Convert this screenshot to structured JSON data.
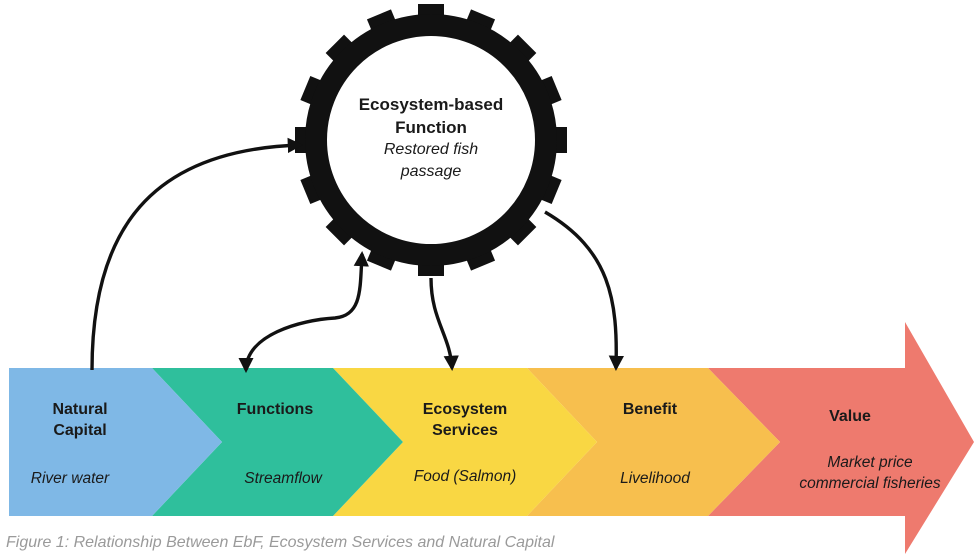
{
  "colors": {
    "natural_capital": "#7fb8e6",
    "functions": "#2fbf9c",
    "ecosystem_services": "#f9d743",
    "benefit": "#f7bf4e",
    "value": "#ee7a6e",
    "gear": "#111111",
    "arrow": "#111111"
  },
  "gear": {
    "title_line1": "Ecosystem-based",
    "title_line2": "Function",
    "example_line1": "Restored fish",
    "example_line2": "passage"
  },
  "stages": [
    {
      "title_line1": "Natural",
      "title_line2": "Capital",
      "example_line1": "River water",
      "example_line2": ""
    },
    {
      "title_line1": "Functions",
      "title_line2": "",
      "example_line1": "Streamflow",
      "example_line2": ""
    },
    {
      "title_line1": "Ecosystem",
      "title_line2": "Services",
      "example_line1": "Food (Salmon)",
      "example_line2": ""
    },
    {
      "title_line1": "Benefit",
      "title_line2": "",
      "example_line1": "Livelihood",
      "example_line2": ""
    },
    {
      "title_line1": "Value",
      "title_line2": "",
      "example_line1": "Market price",
      "example_line2": "commercial fisheries"
    }
  ],
  "caption": "Figure 1: Relationship Between EbF, Ecosystem Services and Natural Capital"
}
